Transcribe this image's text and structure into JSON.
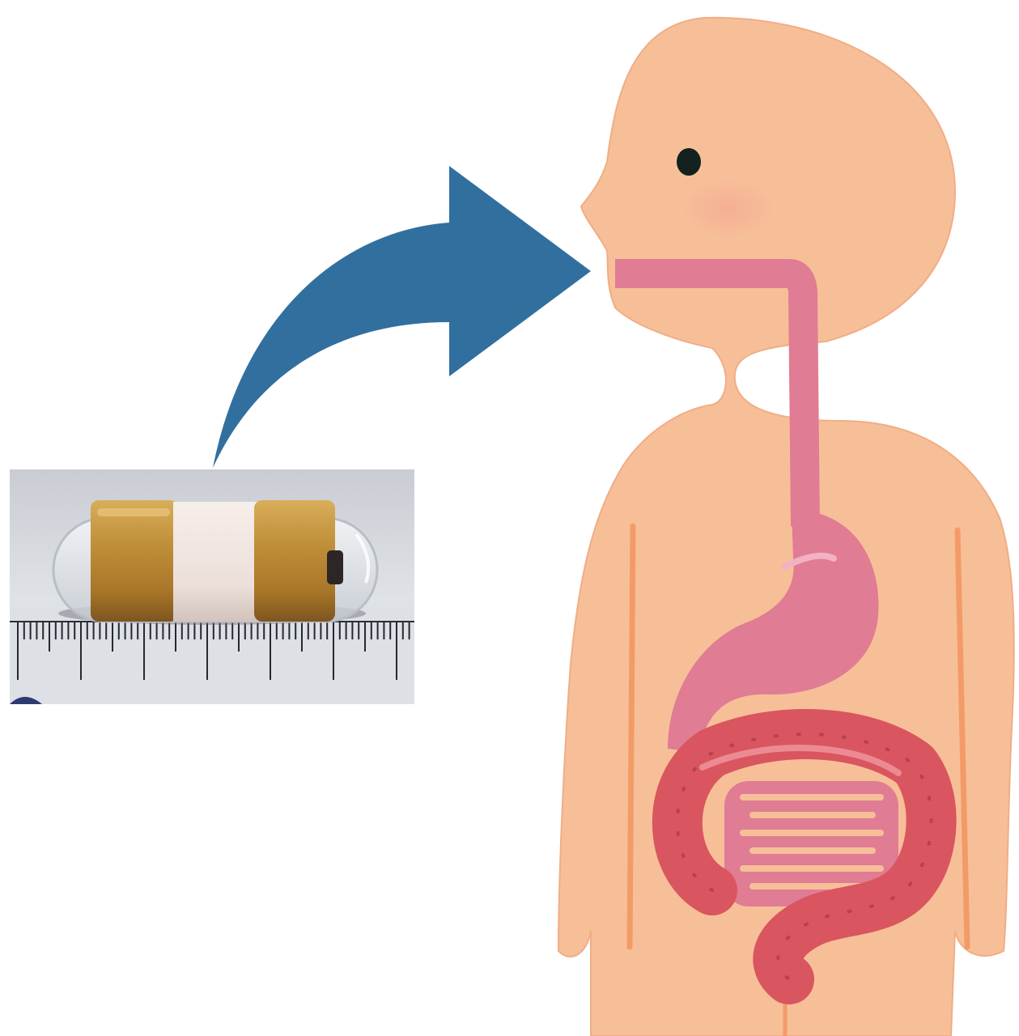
{
  "figure": {
    "background": "#ffffff",
    "arrow_color": "#316f9f",
    "skin_color": "#f7bf98",
    "digestive_tract_color": "#e07c93",
    "colon_color": "#d95560",
    "side_line_color": "#f39b66"
  },
  "panels": {
    "capsule_photo": {
      "icon": "capsule-device-photo",
      "band_colors": [
        "#b8862f",
        "#efe6e0",
        "#b8862f"
      ],
      "shell_color": "#e9ecef",
      "ruler_color": "#1f1f2a"
    },
    "arrow": {
      "icon": "curved-arrow-right"
    },
    "human": {
      "icon": "human-digestive-system-illustration"
    }
  }
}
